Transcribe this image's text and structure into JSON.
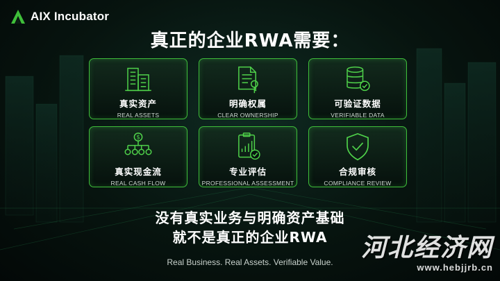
{
  "brand": {
    "name": "AIX Incubator",
    "logo_icon": "aix-logo-icon",
    "accent": "#3fbf3a"
  },
  "title": "真正的企业RWA需要：",
  "cards": [
    {
      "cn": "真实资产",
      "en": "REAL ASSETS",
      "icon": "building-icon"
    },
    {
      "cn": "明确权属",
      "en": "CLEAR OWNERSHIP",
      "icon": "document-key-icon"
    },
    {
      "cn": "可验证数据",
      "en": "VERIFIABLE DATA",
      "icon": "database-check-icon"
    },
    {
      "cn": "真实现金流",
      "en": "REAL CASH FLOW",
      "icon": "cash-flow-icon"
    },
    {
      "cn": "专业评估",
      "en": "PROFESSIONAL ASSESSMENT",
      "icon": "assessment-chart-icon"
    },
    {
      "cn": "合规审核",
      "en": "COMPLIANCE REVIEW",
      "icon": "shield-check-icon"
    }
  ],
  "slogan": {
    "line1": "没有真实业务与明确资产基础",
    "line2": "就不是真正的企业RWA"
  },
  "tagline": "Real Business. Real Assets. Verifiable Value.",
  "watermark": {
    "cn": "河北经济网",
    "url": "www.hebjjrb.cn"
  }
}
